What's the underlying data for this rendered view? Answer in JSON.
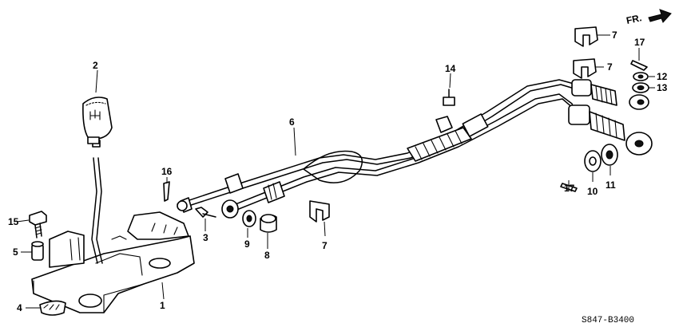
{
  "direction_label": "FR.",
  "diagram_code": "S847-B3400",
  "callouts": {
    "c1": "1",
    "c2": "2",
    "c3": "3",
    "c4": "4",
    "c5": "5",
    "c6": "6",
    "c7a": "7",
    "c7b": "7",
    "c7c": "7",
    "c8": "8",
    "c9": "9",
    "c10": "10",
    "c11": "11",
    "c12": "12",
    "c13": "13",
    "c14": "14",
    "c15": "15",
    "c16": "16",
    "c17a": "17",
    "c17b": "17"
  }
}
